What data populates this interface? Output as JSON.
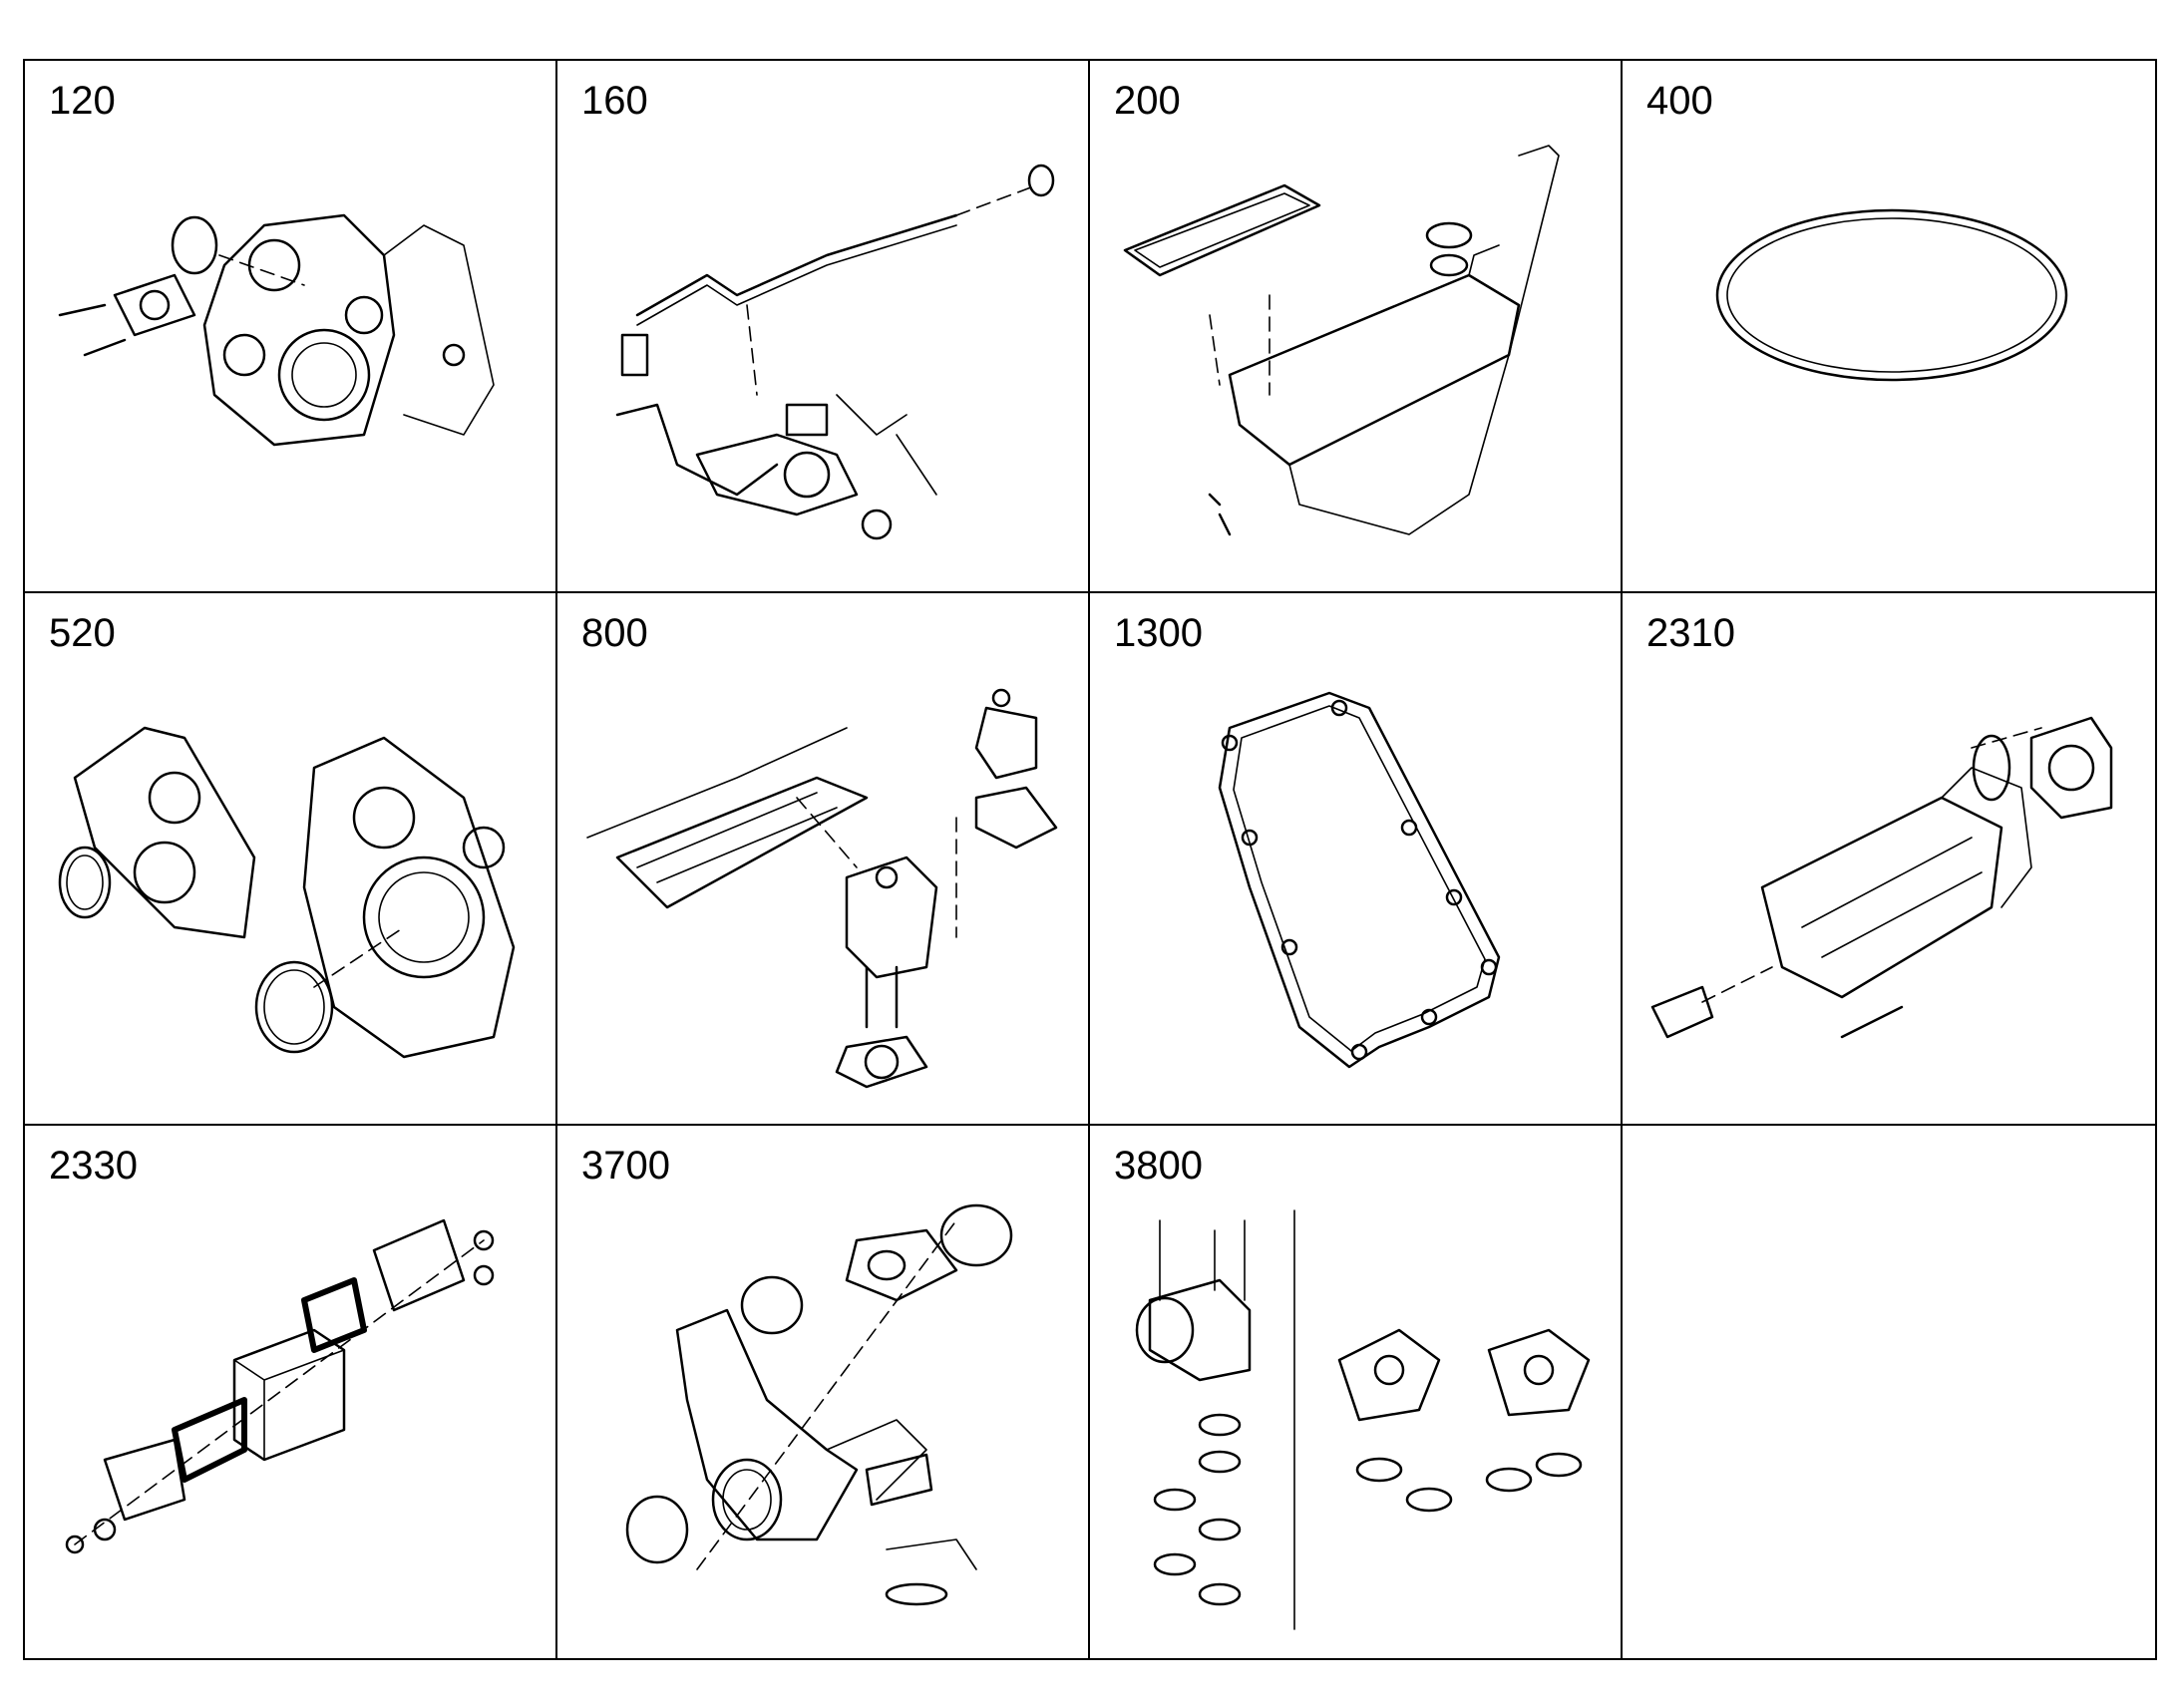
{
  "cells": [
    {
      "label": "120",
      "icon": "front-cover-icon"
    },
    {
      "label": "160",
      "icon": "pipe-assembly-icon"
    },
    {
      "label": "200",
      "icon": "oil-pan-icon"
    },
    {
      "label": "400",
      "icon": "o-ring-icon"
    },
    {
      "label": "520",
      "icon": "flywheel-housing-icon"
    },
    {
      "label": "800",
      "icon": "intake-manifold-icon"
    },
    {
      "label": "1300",
      "icon": "gasket-icon"
    },
    {
      "label": "2310",
      "icon": "duct-assembly-icon"
    },
    {
      "label": "2330",
      "icon": "cooler-icon"
    },
    {
      "label": "3700",
      "icon": "elbow-pipe-icon"
    },
    {
      "label": "3800",
      "icon": "thermostat-housing-icon"
    },
    {
      "label": "",
      "icon": ""
    }
  ]
}
